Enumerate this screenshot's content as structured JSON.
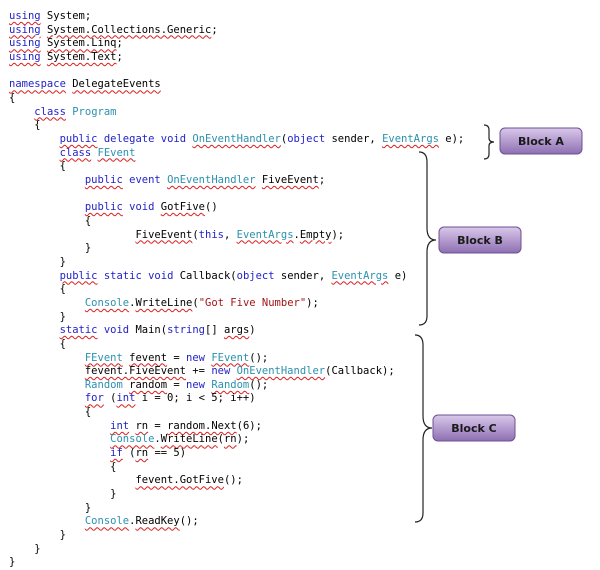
{
  "code_lines": [
    [
      {
        "t": "using",
        "c": "kw sq"
      },
      {
        "t": " System;"
      }
    ],
    [
      {
        "t": "using",
        "c": "kw sq"
      },
      {
        "t": " "
      },
      {
        "t": "System.Collections.Generic",
        "c": "sq"
      },
      {
        "t": ";"
      }
    ],
    [
      {
        "t": "using",
        "c": "kw sq"
      },
      {
        "t": " "
      },
      {
        "t": "System.Linq",
        "c": "sq"
      },
      {
        "t": ";"
      }
    ],
    [
      {
        "t": "using",
        "c": "kw sq"
      },
      {
        "t": " "
      },
      {
        "t": "System.Text",
        "c": "sq"
      },
      {
        "t": ";"
      }
    ],
    [],
    [
      {
        "t": "namespace",
        "c": "kw sq"
      },
      {
        "t": " "
      },
      {
        "t": "DelegateEvents",
        "c": "sq"
      }
    ],
    [
      {
        "t": "{"
      }
    ],
    [
      {
        "t": "    "
      },
      {
        "t": "class",
        "c": "kw sq"
      },
      {
        "t": " "
      },
      {
        "t": "Program",
        "c": "ty"
      }
    ],
    [
      {
        "t": "    {"
      }
    ],
    [
      {
        "t": "        "
      },
      {
        "t": "public",
        "c": "kw sq"
      },
      {
        "t": " "
      },
      {
        "t": "delegate",
        "c": "kw"
      },
      {
        "t": " "
      },
      {
        "t": "void",
        "c": "kw"
      },
      {
        "t": " "
      },
      {
        "t": "OnEventHandler",
        "c": "ty sq"
      },
      {
        "t": "("
      },
      {
        "t": "object",
        "c": "kw"
      },
      {
        "t": " sender, "
      },
      {
        "t": "EventArgs",
        "c": "ty sq"
      },
      {
        "t": " e);"
      }
    ],
    [
      {
        "t": "        "
      },
      {
        "t": "class",
        "c": "kw sq"
      },
      {
        "t": " "
      },
      {
        "t": "FEvent",
        "c": "ty sq"
      }
    ],
    [
      {
        "t": "        {"
      }
    ],
    [
      {
        "t": "            "
      },
      {
        "t": "public",
        "c": "kw sq"
      },
      {
        "t": " "
      },
      {
        "t": "event",
        "c": "kw"
      },
      {
        "t": " "
      },
      {
        "t": "OnEventHandler",
        "c": "ty sq"
      },
      {
        "t": " "
      },
      {
        "t": "FiveEvent",
        "c": "sq"
      },
      {
        "t": ";"
      }
    ],
    [],
    [
      {
        "t": "            "
      },
      {
        "t": "public",
        "c": "kw sq"
      },
      {
        "t": " "
      },
      {
        "t": "void",
        "c": "kw"
      },
      {
        "t": " "
      },
      {
        "t": "GotFive",
        "c": "sq"
      },
      {
        "t": "()"
      }
    ],
    [
      {
        "t": "            {"
      }
    ],
    [
      {
        "t": "                    "
      },
      {
        "t": "FiveEvent",
        "c": "sq"
      },
      {
        "t": "("
      },
      {
        "t": "this",
        "c": "kw"
      },
      {
        "t": ", "
      },
      {
        "t": "EventArgs",
        "c": "ty sq"
      },
      {
        "t": "."
      },
      {
        "t": "Empty",
        "c": "sq"
      },
      {
        "t": ");"
      }
    ],
    [
      {
        "t": "            }"
      }
    ],
    [
      {
        "t": "        }"
      }
    ],
    [
      {
        "t": "        "
      },
      {
        "t": "public",
        "c": "kw sq"
      },
      {
        "t": " "
      },
      {
        "t": "static",
        "c": "kw"
      },
      {
        "t": " "
      },
      {
        "t": "void",
        "c": "kw"
      },
      {
        "t": " Callback("
      },
      {
        "t": "object",
        "c": "kw"
      },
      {
        "t": " sender, "
      },
      {
        "t": "EventArgs",
        "c": "ty sq"
      },
      {
        "t": " e)"
      }
    ],
    [
      {
        "t": "        {"
      }
    ],
    [
      {
        "t": "            "
      },
      {
        "t": "Console",
        "c": "ty sq"
      },
      {
        "t": "."
      },
      {
        "t": "WriteLine",
        "c": "sq"
      },
      {
        "t": "("
      },
      {
        "t": "\"Got Five Number\"",
        "c": "str"
      },
      {
        "t": ");"
      }
    ],
    [
      {
        "t": "        }"
      }
    ],
    [
      {
        "t": "        "
      },
      {
        "t": "static",
        "c": "kw sq"
      },
      {
        "t": " "
      },
      {
        "t": "void",
        "c": "kw"
      },
      {
        "t": " Main("
      },
      {
        "t": "string",
        "c": "kw"
      },
      {
        "t": "[] "
      },
      {
        "t": "args",
        "c": "sq"
      },
      {
        "t": ")"
      }
    ],
    [
      {
        "t": "        {"
      }
    ],
    [
      {
        "t": "            "
      },
      {
        "t": "FEvent",
        "c": "ty sq"
      },
      {
        "t": " "
      },
      {
        "t": "fevent",
        "c": "sq"
      },
      {
        "t": " = "
      },
      {
        "t": "new",
        "c": "kw"
      },
      {
        "t": " "
      },
      {
        "t": "FEvent",
        "c": "ty sq"
      },
      {
        "t": "();"
      }
    ],
    [
      {
        "t": "            "
      },
      {
        "t": "fevent.FiveEvent",
        "c": "sq"
      },
      {
        "t": " += "
      },
      {
        "t": "new",
        "c": "kw"
      },
      {
        "t": " "
      },
      {
        "t": "OnEventHandler",
        "c": "ty sq"
      },
      {
        "t": "(Callback);"
      }
    ],
    [
      {
        "t": "            "
      },
      {
        "t": "Random",
        "c": "ty"
      },
      {
        "t": " "
      },
      {
        "t": "random",
        "c": "sq"
      },
      {
        "t": " = "
      },
      {
        "t": "new",
        "c": "kw"
      },
      {
        "t": " "
      },
      {
        "t": "Random",
        "c": "ty sq"
      },
      {
        "t": "();"
      }
    ],
    [
      {
        "t": "            "
      },
      {
        "t": "for",
        "c": "kw sq"
      },
      {
        "t": " ("
      },
      {
        "t": "int",
        "c": "kw sq"
      },
      {
        "t": " i = 0; i < 5; i++)"
      }
    ],
    [
      {
        "t": "            {"
      }
    ],
    [
      {
        "t": "                "
      },
      {
        "t": "int",
        "c": "kw sq"
      },
      {
        "t": " "
      },
      {
        "t": "rn",
        "c": "sq"
      },
      {
        "t": " = "
      },
      {
        "t": "random.Next",
        "c": "sq"
      },
      {
        "t": "(6);"
      }
    ],
    [
      {
        "t": "                "
      },
      {
        "t": "Console",
        "c": "ty sq"
      },
      {
        "t": "."
      },
      {
        "t": "WriteLine",
        "c": "sq"
      },
      {
        "t": "("
      },
      {
        "t": "rn",
        "c": "sq"
      },
      {
        "t": ");"
      }
    ],
    [
      {
        "t": "                "
      },
      {
        "t": "if",
        "c": "kw sq"
      },
      {
        "t": " ("
      },
      {
        "t": "rn",
        "c": "sq"
      },
      {
        "t": " == 5)"
      }
    ],
    [
      {
        "t": "                {"
      }
    ],
    [
      {
        "t": "                    "
      },
      {
        "t": "fevent.GotFive",
        "c": "sq"
      },
      {
        "t": "();"
      }
    ],
    [
      {
        "t": "                }"
      }
    ],
    [
      {
        "t": "            }"
      }
    ],
    [
      {
        "t": "            "
      },
      {
        "t": "Console",
        "c": "ty sq"
      },
      {
        "t": "."
      },
      {
        "t": "ReadKey",
        "c": "sq"
      },
      {
        "t": "();"
      }
    ],
    [
      {
        "t": "        }"
      }
    ],
    [
      {
        "t": "    }"
      }
    ],
    [
      {
        "t": "}"
      }
    ]
  ],
  "blocks": [
    {
      "label": "Block A",
      "from_line": 9,
      "to_line": 9
    },
    {
      "label": "Block B",
      "from_line": 10,
      "to_line": 22
    },
    {
      "label": "Block C",
      "from_line": 23,
      "to_line": 38
    }
  ],
  "colors": {
    "keyword": "#1f1fc8",
    "type": "#2b91af",
    "string": "#a31515",
    "squiggle": "#d81e1e",
    "block_fill_top": "#d9c8ea",
    "block_fill_bottom": "#8e6fb3",
    "block_border": "#6d5191"
  }
}
